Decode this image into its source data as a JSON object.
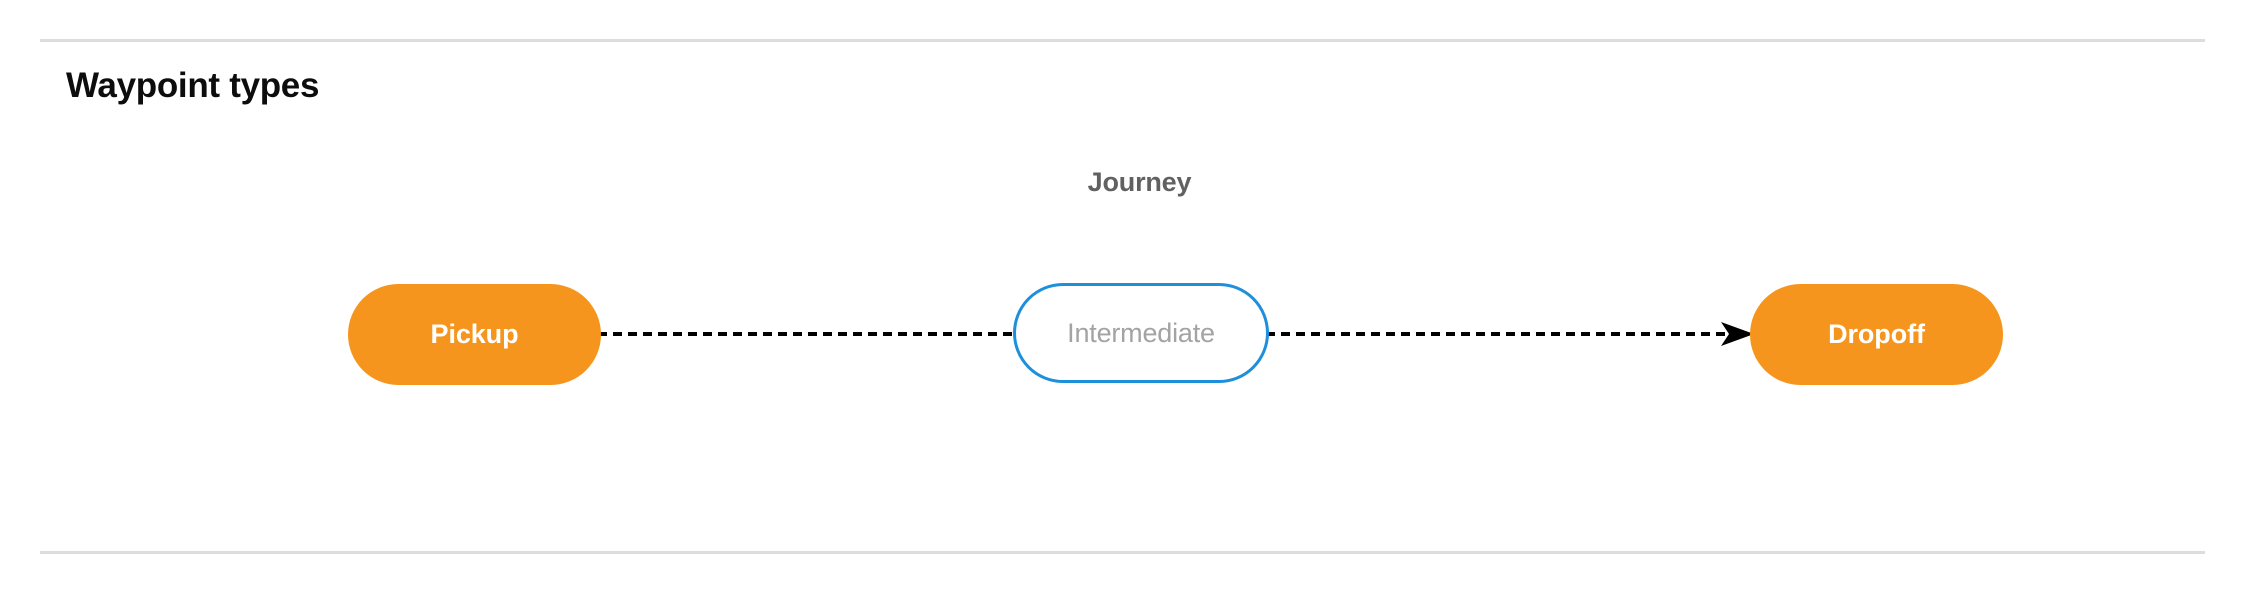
{
  "section": {
    "title": "Waypoint types"
  },
  "diagram": {
    "group_label": "Journey",
    "nodes": [
      {
        "id": "pickup",
        "label": "Pickup",
        "type": "terminal",
        "fill": "#f6951e",
        "text_color": "#ffffff"
      },
      {
        "id": "intermediate",
        "label": "Intermediate",
        "type": "intermediate",
        "fill": "#ffffff",
        "border_color": "#1e8fdb",
        "text_color": "#a3a3a3"
      },
      {
        "id": "dropoff",
        "label": "Dropoff",
        "type": "terminal",
        "fill": "#f6951e",
        "text_color": "#ffffff"
      }
    ],
    "edges": [
      {
        "id": "pickup-intermediate",
        "from": "pickup",
        "to": "intermediate",
        "style": "dashed",
        "arrowhead": false,
        "color": "#000000"
      },
      {
        "id": "intermediate-dropoff",
        "from": "intermediate",
        "to": "dropoff",
        "style": "dashed",
        "arrowhead": true,
        "color": "#000000"
      }
    ]
  },
  "colors": {
    "background": "#ffffff",
    "divider": "#dcdde0",
    "title": "#0d0d0d",
    "group_label": "#616161",
    "accent_orange": "#f6951e",
    "accent_blue": "#1e8fdb",
    "edge": "#000000"
  }
}
